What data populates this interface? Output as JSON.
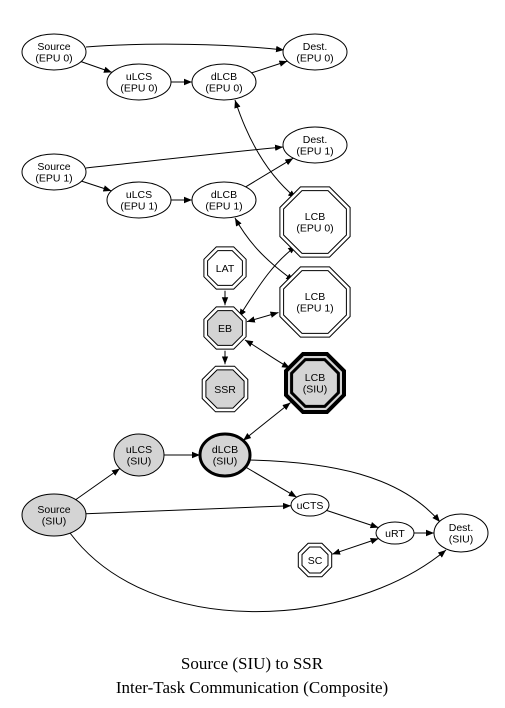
{
  "caption": {
    "line1": "Source (SIU) to SSR",
    "line2": "Inter-Task Communication (Composite)"
  },
  "colors": {
    "stroke": "#000000",
    "node_fill": "#ffffff",
    "highlight_fill": "#d4d4d4",
    "background": "#ffffff"
  },
  "nodes": [
    {
      "id": "src0",
      "lines": [
        "Source",
        "(EPU 0)"
      ],
      "shape": "ellipse",
      "fill": "white"
    },
    {
      "id": "dest0",
      "lines": [
        "Dest.",
        "(EPU 0)"
      ],
      "shape": "ellipse",
      "fill": "white"
    },
    {
      "id": "ulcs0",
      "lines": [
        "uLCS",
        "(EPU 0)"
      ],
      "shape": "ellipse",
      "fill": "white"
    },
    {
      "id": "dlcb0",
      "lines": [
        "dLCB",
        "(EPU 0)"
      ],
      "shape": "ellipse",
      "fill": "white"
    },
    {
      "id": "src1",
      "lines": [
        "Source",
        "(EPU 1)"
      ],
      "shape": "ellipse",
      "fill": "white"
    },
    {
      "id": "dest1",
      "lines": [
        "Dest.",
        "(EPU 1)"
      ],
      "shape": "ellipse",
      "fill": "white"
    },
    {
      "id": "ulcs1",
      "lines": [
        "uLCS",
        "(EPU 1)"
      ],
      "shape": "ellipse",
      "fill": "white"
    },
    {
      "id": "dlcb1",
      "lines": [
        "dLCB",
        "(EPU 1)"
      ],
      "shape": "ellipse",
      "fill": "white"
    },
    {
      "id": "lcb0",
      "lines": [
        "LCB",
        "(EPU 0)"
      ],
      "shape": "octagon",
      "fill": "white"
    },
    {
      "id": "lat",
      "lines": [
        "LAT"
      ],
      "shape": "octagon",
      "fill": "white"
    },
    {
      "id": "lcb1",
      "lines": [
        "LCB",
        "(EPU 1)"
      ],
      "shape": "octagon",
      "fill": "white"
    },
    {
      "id": "eb",
      "lines": [
        "EB"
      ],
      "shape": "octagon",
      "fill": "gray"
    },
    {
      "id": "ssr",
      "lines": [
        "SSR"
      ],
      "shape": "octagon",
      "fill": "gray"
    },
    {
      "id": "lcbsiu",
      "lines": [
        "LCB",
        "(SIU)"
      ],
      "shape": "octagon",
      "fill": "gray",
      "bold": true
    },
    {
      "id": "ulcssiu",
      "lines": [
        "uLCS",
        "(SIU)"
      ],
      "shape": "ellipse",
      "fill": "gray"
    },
    {
      "id": "dlcbsiu",
      "lines": [
        "dLCB",
        "(SIU)"
      ],
      "shape": "ellipse",
      "fill": "gray",
      "bold": true
    },
    {
      "id": "srcsiu",
      "lines": [
        "Source",
        "(SIU)"
      ],
      "shape": "ellipse",
      "fill": "gray"
    },
    {
      "id": "ucts",
      "lines": [
        "uCTS"
      ],
      "shape": "ellipse",
      "fill": "white"
    },
    {
      "id": "urt",
      "lines": [
        "uRT"
      ],
      "shape": "ellipse",
      "fill": "white"
    },
    {
      "id": "destsiu",
      "lines": [
        "Dest.",
        "(SIU)"
      ],
      "shape": "ellipse",
      "fill": "white"
    },
    {
      "id": "sc",
      "lines": [
        "SC"
      ],
      "shape": "octagon",
      "fill": "white"
    }
  ],
  "edges": [
    {
      "from": "src0",
      "to": "dest0",
      "dir": "forward"
    },
    {
      "from": "src0",
      "to": "ulcs0",
      "dir": "forward"
    },
    {
      "from": "ulcs0",
      "to": "dlcb0",
      "dir": "forward"
    },
    {
      "from": "dlcb0",
      "to": "dest0",
      "dir": "forward"
    },
    {
      "from": "dlcb0",
      "to": "lcb0",
      "dir": "both"
    },
    {
      "from": "src1",
      "to": "dest1",
      "dir": "forward"
    },
    {
      "from": "src1",
      "to": "ulcs1",
      "dir": "forward"
    },
    {
      "from": "ulcs1",
      "to": "dlcb1",
      "dir": "forward"
    },
    {
      "from": "dlcb1",
      "to": "dest1",
      "dir": "forward"
    },
    {
      "from": "dlcb1",
      "to": "lcb1",
      "dir": "both"
    },
    {
      "from": "lat",
      "to": "eb",
      "dir": "forward"
    },
    {
      "from": "eb",
      "to": "lcb0",
      "dir": "both"
    },
    {
      "from": "eb",
      "to": "lcb1",
      "dir": "both"
    },
    {
      "from": "eb",
      "to": "ssr",
      "dir": "forward"
    },
    {
      "from": "eb",
      "to": "lcbsiu",
      "dir": "both"
    },
    {
      "from": "dlcbsiu",
      "to": "lcbsiu",
      "dir": "both",
      "bold": true
    },
    {
      "from": "ulcssiu",
      "to": "dlcbsiu",
      "dir": "forward"
    },
    {
      "from": "srcsiu",
      "to": "ulcssiu",
      "dir": "forward"
    },
    {
      "from": "dlcbsiu",
      "to": "ucts",
      "dir": "forward"
    },
    {
      "from": "dlcbsiu",
      "to": "destsiu",
      "dir": "forward"
    },
    {
      "from": "srcsiu",
      "to": "ucts",
      "dir": "forward"
    },
    {
      "from": "srcsiu",
      "to": "destsiu",
      "dir": "forward"
    },
    {
      "from": "ucts",
      "to": "urt",
      "dir": "forward"
    },
    {
      "from": "urt",
      "to": "destsiu",
      "dir": "forward"
    },
    {
      "from": "sc",
      "to": "urt",
      "dir": "both"
    }
  ]
}
